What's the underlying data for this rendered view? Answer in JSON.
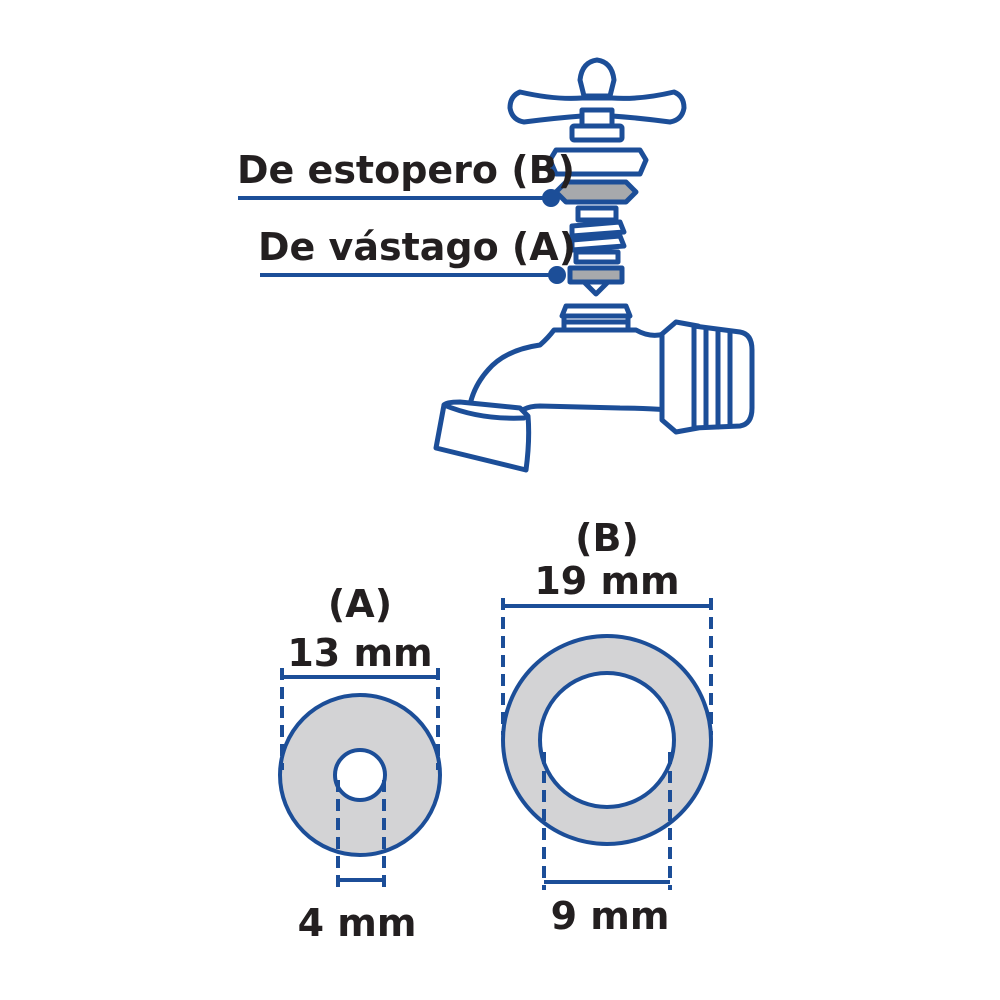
{
  "colors": {
    "outline": "#1c4e98",
    "gasket_fill": "#d3d3d5",
    "part_dark": "#a7a9ac",
    "text": "#231f20",
    "background": "#ffffff"
  },
  "callouts": {
    "packing": "De estopero (B)",
    "stem": "De vástago (A)"
  },
  "washer_a": {
    "label": "(A)",
    "outer": "13 mm",
    "inner": "4 mm"
  },
  "washer_b": {
    "label": "(B)",
    "outer": "19 mm",
    "inner": "9 mm"
  }
}
